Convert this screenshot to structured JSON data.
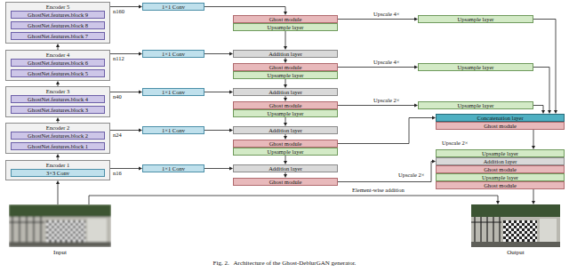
{
  "diagram": {
    "caption": "Fig. 2.   Architecture of the Ghost-DeblurGAN generator.",
    "nodes": [
      {
        "text": [
          "Encoder 5"
        ]
      },
      {
        "text": [
          "GhostNet.features.block 9"
        ],
        "in": 0
      },
      {
        "text": [
          "GhostNet.features.block 8"
        ],
        "in": 0
      },
      {
        "text": [
          "GhostNet.features.block 7"
        ],
        "in": 0
      },
      {
        "text": [
          "Encoder 4"
        ]
      },
      {
        "text": [
          "GhostNet.features.block 6"
        ],
        "in": 4
      },
      {
        "text": [
          "GhostNet.features.block 5"
        ],
        "in": 4
      },
      {
        "text": [
          "Encoder 3"
        ]
      },
      {
        "text": [
          "GhostNet.features.block 4"
        ],
        "in": 7
      },
      {
        "text": [
          "GhostNet.features.block 3"
        ],
        "in": 7
      },
      {
        "text": [
          "Encoder 2"
        ]
      },
      {
        "text": [
          "GhostNet.features.block 2"
        ],
        "in": 10
      },
      {
        "text": [
          "GhostNet.features.block 1"
        ],
        "in": 10
      },
      {
        "text": [
          "Encoder 1"
        ]
      },
      {
        "text": [
          "3×3 Conv"
        ],
        "in": 13
      },
      {
        "text": [
          "1×1 Conv"
        ]
      },
      {
        "text": [
          "1×1 Conv"
        ]
      },
      {
        "text": [
          "1×1 Conv"
        ]
      },
      {
        "text": [
          "1×1 Conv"
        ]
      },
      {
        "text": [
          "1×1 Conv"
        ]
      },
      {
        "text": [
          "Ghost module"
        ]
      },
      {
        "text": [
          "Upsample layer"
        ]
      },
      {
        "text": [
          "Addition layer"
        ]
      },
      {
        "text": [
          "Ghost module"
        ]
      },
      {
        "text": [
          "Upsample layer"
        ]
      },
      {
        "text": [
          "Addition layer"
        ]
      },
      {
        "text": [
          "Ghost module"
        ]
      },
      {
        "text": [
          "Upsample layer"
        ]
      },
      {
        "text": [
          "Addition layer"
        ]
      },
      {
        "text": [
          "Ghost module"
        ]
      },
      {
        "text": [
          "Upsample layer"
        ]
      },
      {
        "text": [
          "Addition layer"
        ]
      },
      {
        "text": [
          "Ghost module"
        ]
      },
      {
        "text": [
          "Upsample layer"
        ]
      },
      {
        "text": [
          "Upsample layer"
        ]
      },
      {
        "text": [
          "Upsample layer"
        ]
      },
      {
        "text": [
          "Concatenation layer"
        ]
      },
      {
        "text": [
          "Ghost module"
        ]
      },
      {
        "text": [
          "Upsample layer"
        ]
      },
      {
        "text": [
          "Addition layer"
        ]
      },
      {
        "text": [
          "Ghost module"
        ]
      },
      {
        "text": [
          "Upsample layer"
        ]
      },
      {
        "text": [
          "Ghost module"
        ]
      },
      {
        "text": [
          "Input"
        ]
      },
      {
        "text": [
          "Output"
        ]
      }
    ],
    "edges": [
      {
        "from": 43,
        "to": 13,
        "arrow": "to"
      },
      {
        "from": 13,
        "to": 10,
        "arrow": "to"
      },
      {
        "from": 10,
        "to": 7,
        "arrow": "to"
      },
      {
        "from": 7,
        "to": 4,
        "arrow": "to"
      },
      {
        "from": 4,
        "to": 0,
        "arrow": "to"
      },
      {
        "from": 0,
        "to": 15,
        "arrow": "to"
      },
      {
        "from": 4,
        "to": 16,
        "arrow": "to"
      },
      {
        "from": 7,
        "to": 17,
        "arrow": "to"
      },
      {
        "from": 10,
        "to": 18,
        "arrow": "to"
      },
      {
        "from": 13,
        "to": 19,
        "arrow": "to"
      },
      {
        "from": 15,
        "to": 20,
        "arrow": "to"
      },
      {
        "from": 21,
        "to": 22,
        "arrow": "to"
      },
      {
        "from": 16,
        "to": 22,
        "arrow": "to"
      },
      {
        "from": 22,
        "to": 23,
        "arrow": "to"
      },
      {
        "from": 24,
        "to": 25,
        "arrow": "to"
      },
      {
        "from": 17,
        "to": 25,
        "arrow": "to"
      },
      {
        "from": 25,
        "to": 26,
        "arrow": "to"
      },
      {
        "from": 27,
        "to": 28,
        "arrow": "to"
      },
      {
        "from": 18,
        "to": 28,
        "arrow": "to"
      },
      {
        "from": 28,
        "to": 29,
        "arrow": "to"
      },
      {
        "from": 30,
        "to": 31,
        "arrow": "to"
      },
      {
        "from": 19,
        "to": 31,
        "arrow": "to"
      },
      {
        "from": 31,
        "to": 32,
        "arrow": "to"
      },
      {
        "from": 20,
        "to": 33,
        "arrow": "to"
      },
      {
        "from": 23,
        "to": 34,
        "arrow": "to"
      },
      {
        "from": 26,
        "to": 35,
        "arrow": "to"
      },
      {
        "from": 33,
        "to": 36,
        "arrow": "to"
      },
      {
        "from": 34,
        "to": 36,
        "arrow": "to"
      },
      {
        "from": 35,
        "to": 36,
        "arrow": "to"
      },
      {
        "from": 29,
        "to": 36,
        "arrow": "to"
      },
      {
        "from": 37,
        "to": 38,
        "arrow": "to"
      },
      {
        "from": 32,
        "to": 39,
        "arrow": "to"
      },
      {
        "from": 42,
        "to": 44,
        "arrow": "to"
      },
      {
        "from": 43,
        "to": 44,
        "label": "Element-wise addition",
        "arrow": "to"
      }
    ],
    "labels": [
      "n160",
      "n112",
      "n40",
      "n24",
      "n16",
      "Upscale 4×",
      "Upscale 4×",
      "Upscale 2×",
      "Upscale 2×",
      "Upscale 2×"
    ]
  }
}
